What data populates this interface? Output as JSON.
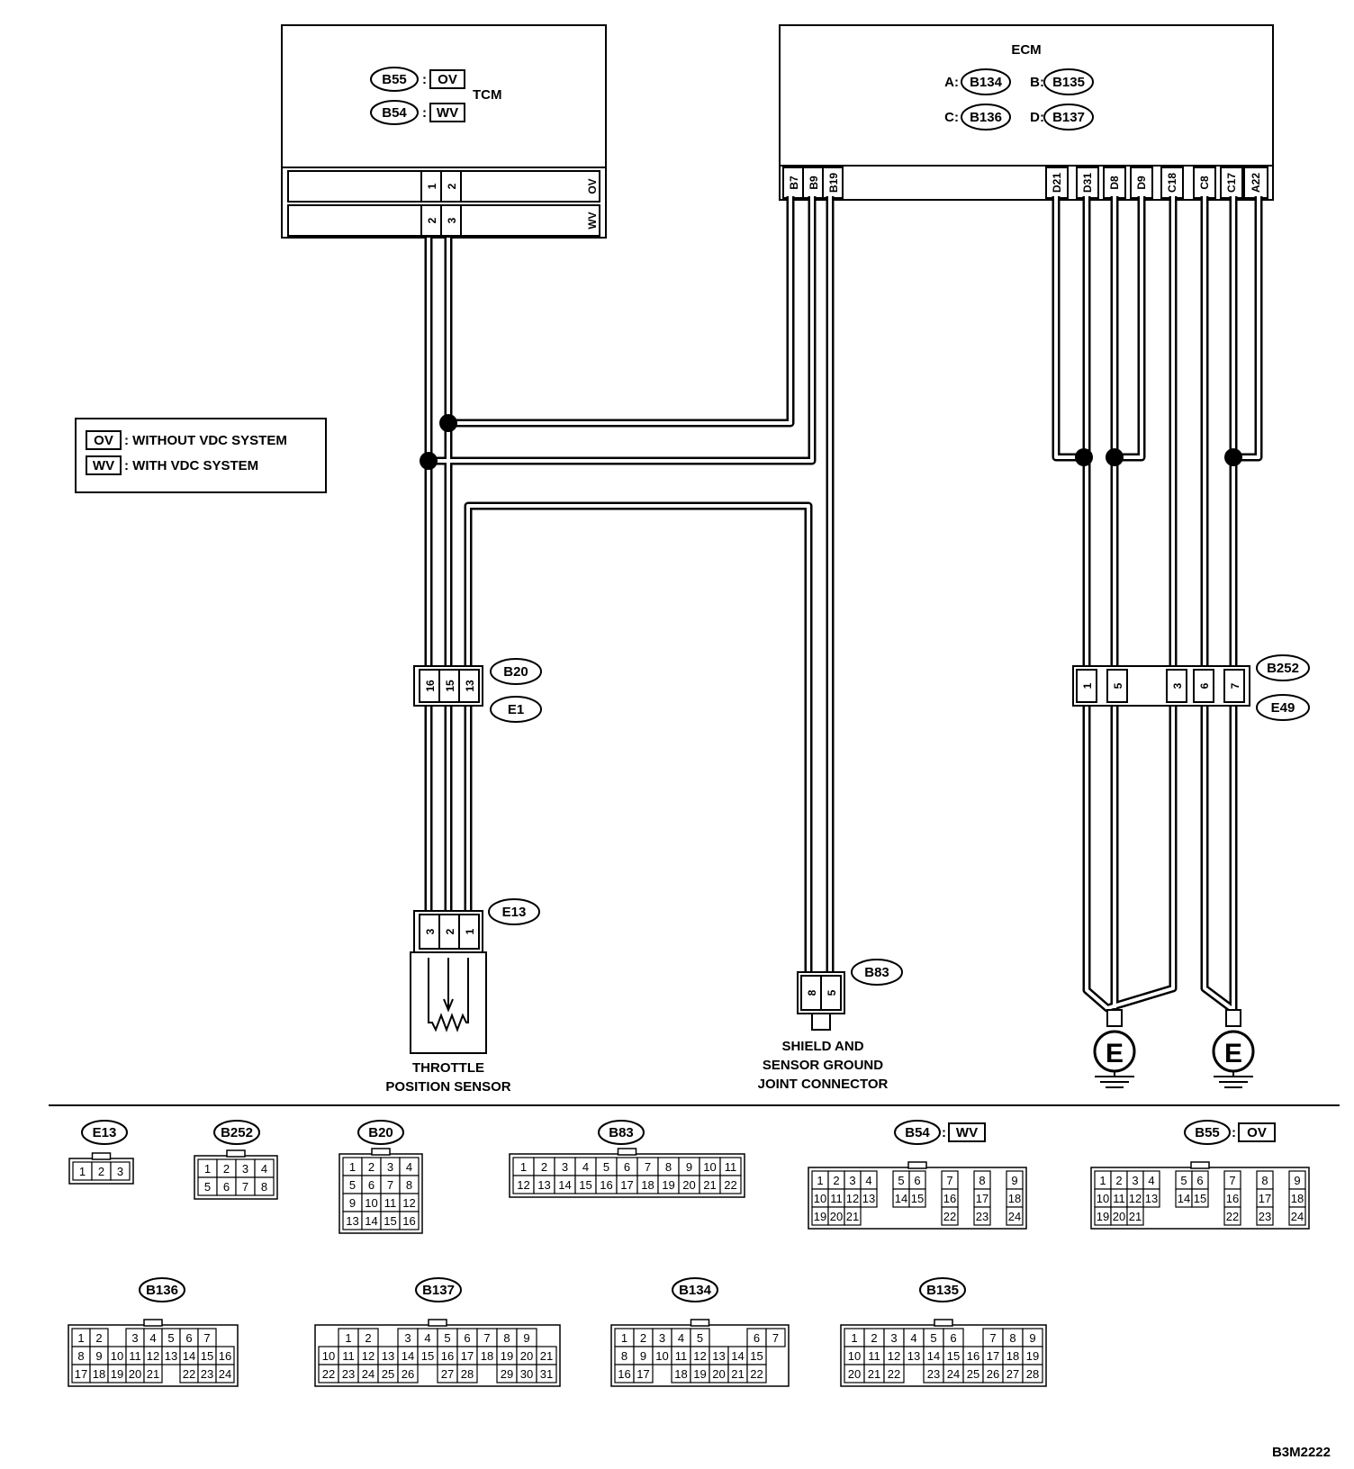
{
  "tcm": {
    "name": "TCM",
    "conn_ov": "B55",
    "conn_wv": "B54",
    "badge_ov": "OV",
    "badge_wv": "WV",
    "row_ov_pins": [
      "1",
      "2"
    ],
    "row_wv_pins": [
      "2",
      "3"
    ]
  },
  "ecm": {
    "name": "ECM",
    "conn_a": {
      "letter": "A:",
      "id": "B134"
    },
    "conn_b": {
      "letter": "B:",
      "id": "B135"
    },
    "conn_c": {
      "letter": "C:",
      "id": "B136"
    },
    "conn_d": {
      "letter": "D:",
      "id": "B137"
    },
    "left_pins": [
      "B7",
      "B9",
      "B19"
    ],
    "right_pins": [
      "D21",
      "D31",
      "D8",
      "D9",
      "C18",
      "C8",
      "C17",
      "A22"
    ]
  },
  "legend": {
    "ov_code": "OV",
    "ov_text": ": WITHOUT VDC SYSTEM",
    "wv_code": "WV",
    "wv_text": ": WITH VDC SYSTEM"
  },
  "junction_b20": {
    "id_top": "B20",
    "id_bottom": "E1",
    "pins": [
      "16",
      "15",
      "13"
    ]
  },
  "junction_b252": {
    "id_top": "B252",
    "id_bottom": "E49",
    "pins": [
      "1",
      "5",
      "3",
      "6",
      "7"
    ]
  },
  "throttle_sensor": {
    "id": "E13",
    "pins": [
      "3",
      "2",
      "1"
    ],
    "label_line1": "THROTTLE",
    "label_line2": "POSITION SENSOR"
  },
  "shield_connector": {
    "id": "B83",
    "pins": [
      "8",
      "5"
    ],
    "label_line1": "SHIELD AND",
    "label_line2": "SENSOR GROUND",
    "label_line3": "JOINT CONNECTOR"
  },
  "ground_symbol": "E",
  "connector_views": {
    "e13": {
      "id": "E13",
      "rows": [
        [
          "1",
          "2",
          "3"
        ]
      ]
    },
    "b252": {
      "id": "B252",
      "rows": [
        [
          "1",
          "2",
          "3",
          "4"
        ],
        [
          "5",
          "6",
          "7",
          "8"
        ]
      ]
    },
    "b20": {
      "id": "B20",
      "rows": [
        [
          "1",
          "2",
          "3",
          "4"
        ],
        [
          "5",
          "6",
          "7",
          "8"
        ],
        [
          "9",
          "10",
          "11",
          "12"
        ],
        [
          "13",
          "14",
          "15",
          "16"
        ]
      ]
    },
    "b83": {
      "id": "B83",
      "rows": [
        [
          "1",
          "2",
          "3",
          "4",
          "5",
          "6",
          "7",
          "8",
          "9",
          "10",
          "11"
        ],
        [
          "12",
          "13",
          "14",
          "15",
          "16",
          "17",
          "18",
          "19",
          "20",
          "21",
          "22"
        ]
      ]
    },
    "b54": {
      "id": "B54",
      "badge": "WV",
      "rows": [
        [
          "1",
          "2",
          "3",
          "4",
          "",
          "5",
          "6",
          "",
          "7",
          "",
          "8",
          "",
          "9"
        ],
        [
          "10",
          "11",
          "12",
          "13",
          "",
          "14",
          "15",
          "",
          "16",
          "",
          "17",
          "",
          "18"
        ],
        [
          "19",
          "20",
          "21",
          "",
          "",
          "",
          "",
          "",
          "22",
          "",
          "23",
          "",
          "24"
        ]
      ]
    },
    "b55": {
      "id": "B55",
      "badge": "OV",
      "rows": [
        [
          "1",
          "2",
          "3",
          "4",
          "",
          "5",
          "6",
          "",
          "7",
          "",
          "8",
          "",
          "9"
        ],
        [
          "10",
          "11",
          "12",
          "13",
          "",
          "14",
          "15",
          "",
          "16",
          "",
          "17",
          "",
          "18"
        ],
        [
          "19",
          "20",
          "21",
          "",
          "",
          "",
          "",
          "",
          "22",
          "",
          "23",
          "",
          "24"
        ]
      ]
    },
    "b136": {
      "id": "B136",
      "rows": [
        [
          "1",
          "2",
          "",
          "3",
          "4",
          "5",
          "6",
          "7"
        ],
        [
          "8",
          "9",
          "10",
          "11",
          "12",
          "13",
          "14",
          "15",
          "16"
        ],
        [
          "17",
          "18",
          "19",
          "20",
          "21",
          "",
          "22",
          "23",
          "24"
        ]
      ]
    },
    "b137": {
      "id": "B137",
      "rows": [
        [
          "",
          "1",
          "2",
          "",
          "3",
          "4",
          "5",
          "6",
          "7",
          "8",
          "9"
        ],
        [
          "10",
          "11",
          "12",
          "13",
          "14",
          "15",
          "16",
          "17",
          "18",
          "19",
          "20",
          "21"
        ],
        [
          "22",
          "23",
          "24",
          "25",
          "26",
          "",
          "27",
          "28",
          "",
          "29",
          "30",
          "31"
        ]
      ]
    },
    "b134": {
      "id": "B134",
      "rows": [
        [
          "1",
          "2",
          "3",
          "4",
          "5",
          "",
          "",
          "6",
          "7"
        ],
        [
          "8",
          "9",
          "10",
          "11",
          "12",
          "13",
          "14",
          "15"
        ],
        [
          "16",
          "17",
          "",
          "18",
          "19",
          "20",
          "21",
          "22"
        ]
      ]
    },
    "b135": {
      "id": "B135",
      "rows": [
        [
          "1",
          "2",
          "3",
          "4",
          "5",
          "6",
          "",
          "7",
          "8",
          "9"
        ],
        [
          "10",
          "11",
          "12",
          "13",
          "14",
          "15",
          "16",
          "17",
          "18",
          "19"
        ],
        [
          "20",
          "21",
          "22",
          "",
          "23",
          "24",
          "25",
          "26",
          "27",
          "28"
        ]
      ]
    }
  },
  "figure_code": "B3M2222"
}
